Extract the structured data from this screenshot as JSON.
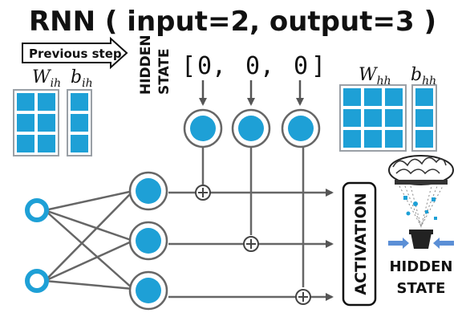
{
  "title": "RNN ( input=2, output=3 )",
  "previous_step_label": "Previous step",
  "hidden_state_vertical": {
    "line1": "HIDDEN",
    "line2": "STATE"
  },
  "hidden_state_vector": {
    "open": "[",
    "values": [
      "0,",
      "0,",
      "0"
    ],
    "close": "]"
  },
  "weights": {
    "w_ih": {
      "base": "W",
      "sub": "ih",
      "rows": 3,
      "cols": 2
    },
    "b_ih": {
      "base": "b",
      "sub": "ih",
      "rows": 3,
      "cols": 1
    },
    "w_hh": {
      "base": "W",
      "sub": "hh",
      "rows": 3,
      "cols": 3
    },
    "b_hh": {
      "base": "b",
      "sub": "hh",
      "rows": 3,
      "cols": 1
    }
  },
  "network": {
    "inputs": 2,
    "outputs": 3
  },
  "activation_label": "ACTIVATION",
  "output_label": {
    "line1": "HIDDEN",
    "line2": "STATE"
  },
  "colors": {
    "node_blue": "#1ea0d6",
    "ink": "#111111",
    "line": "#666666",
    "box_border": "#9aa0a6"
  }
}
